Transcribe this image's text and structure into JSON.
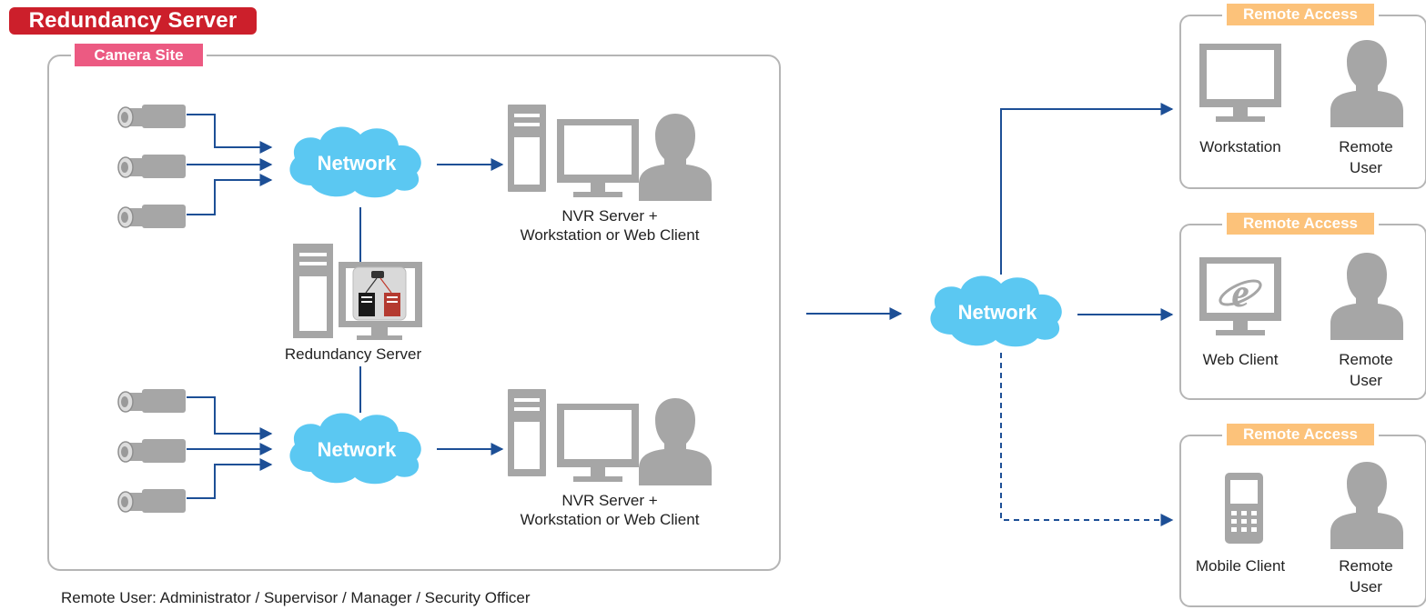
{
  "title": "Redundancy Server",
  "camera_site": {
    "label": "Camera Site",
    "network_label": "Network",
    "nvr_caption_line1": "NVR Server +",
    "nvr_caption_line2": "Workstation or Web Client",
    "redundancy_caption": "Redundancy Server"
  },
  "remote_network_label": "Network",
  "remote_groups": [
    {
      "tag": "Remote Access",
      "device": "Workstation",
      "user_line1": "Remote",
      "user_line2": "User"
    },
    {
      "tag": "Remote Access",
      "device": "Web Client",
      "user_line1": "Remote",
      "user_line2": "User"
    },
    {
      "tag": "Remote Access",
      "device": "Mobile Client",
      "user_line1": "Remote",
      "user_line2": "User"
    }
  ],
  "footnote": "Remote User: Administrator / Supervisor / Manager / Security Officer",
  "colors": {
    "title_bg": "#cc1f2b",
    "camera_site_tag": "#ec5a82",
    "remote_tag": "#fcc27a",
    "cloud": "#5bc8f2",
    "arrow": "#1d4f96",
    "device_gray": "#a6a6a6"
  },
  "icons": [
    "camera-icon",
    "cloud-icon",
    "server-tower-icon",
    "monitor-icon",
    "user-silhouette-icon",
    "ie-logo-icon",
    "mobile-phone-icon"
  ]
}
